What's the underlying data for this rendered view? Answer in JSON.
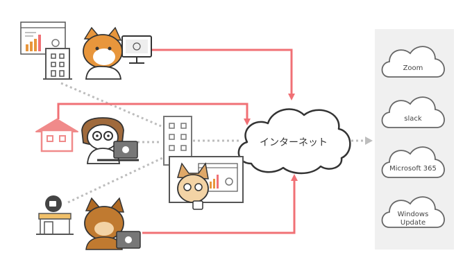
{
  "cloud": {
    "label": "インターネット"
  },
  "services": [
    {
      "label_lines": [
        "Zoom"
      ]
    },
    {
      "label_lines": [
        "slack"
      ]
    },
    {
      "label_lines": [
        "Microsoft 365"
      ]
    },
    {
      "label_lines": [
        "Windows",
        "Update"
      ]
    }
  ],
  "colors": {
    "red_route": "#f07075",
    "gray_route": "#bdbdbd",
    "panel_bg": "#f0f0f0",
    "outline": "#333333",
    "shiba_orange": "#e8963c",
    "house_red": "#f08a8a"
  }
}
